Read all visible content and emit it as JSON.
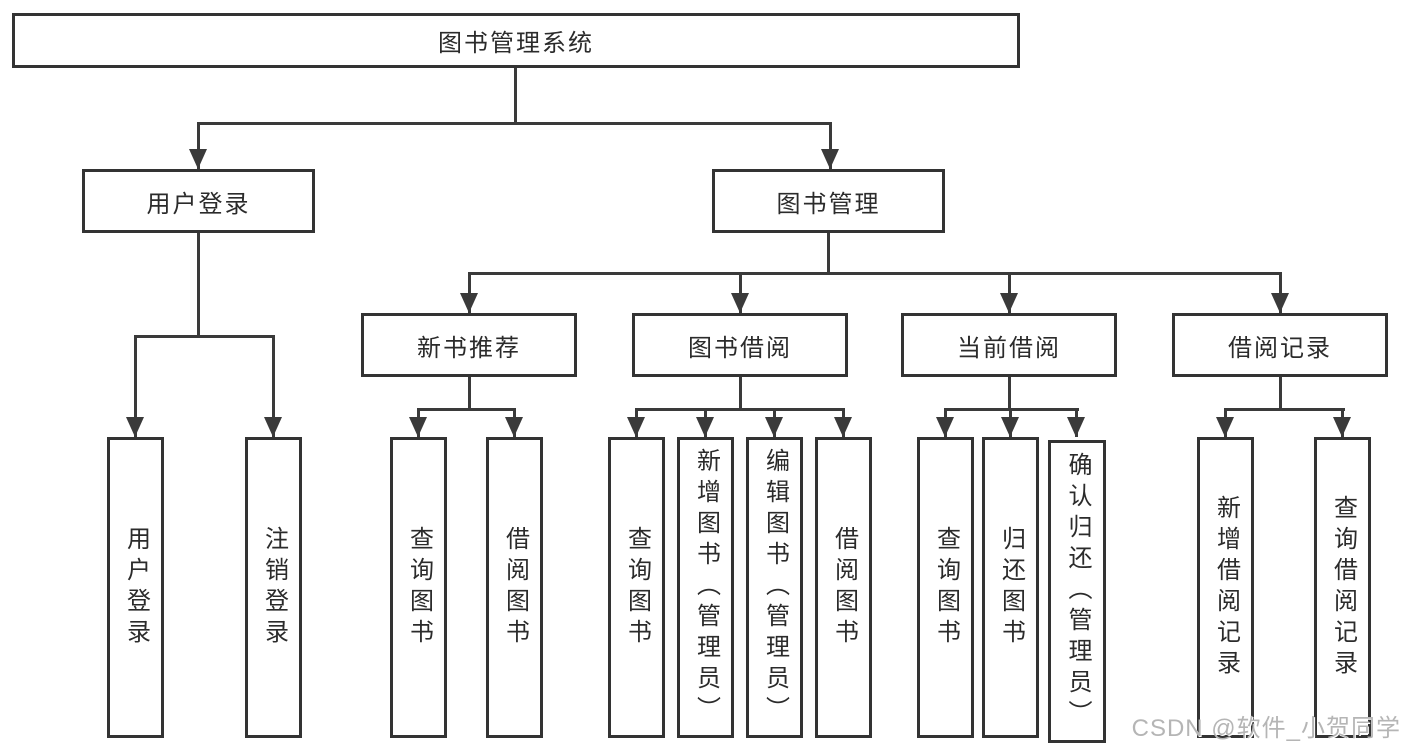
{
  "diagram": {
    "root_label": "图书管理系统",
    "branches": [
      {
        "label": "用户登录",
        "children": [
          {
            "label": "用户登录"
          },
          {
            "label": "注销登录"
          }
        ]
      },
      {
        "label": "图书管理",
        "sections": [
          {
            "label": "新书推荐",
            "children": [
              {
                "label": "查询图书"
              },
              {
                "label": "借阅图书"
              }
            ]
          },
          {
            "label": "图书借阅",
            "children": [
              {
                "label": "查询图书"
              },
              {
                "label": "新增图书（管理员）"
              },
              {
                "label": "编辑图书（管理员）"
              },
              {
                "label": "借阅图书"
              }
            ]
          },
          {
            "label": "当前借阅",
            "children": [
              {
                "label": "查询图书"
              },
              {
                "label": "归还图书"
              },
              {
                "label": "确认归还（管理员）"
              }
            ]
          },
          {
            "label": "借阅记录",
            "children": [
              {
                "label": "新增借阅记录"
              },
              {
                "label": "查询借阅记录"
              }
            ]
          }
        ]
      }
    ]
  },
  "watermark": {
    "text": "CSDN @软件_小贺同学"
  },
  "colors": {
    "line": "#3a3a3a",
    "border": "#333333",
    "text": "#2b2b2b",
    "watermark_text": "#b5b5b5",
    "background": "#ffffff"
  }
}
